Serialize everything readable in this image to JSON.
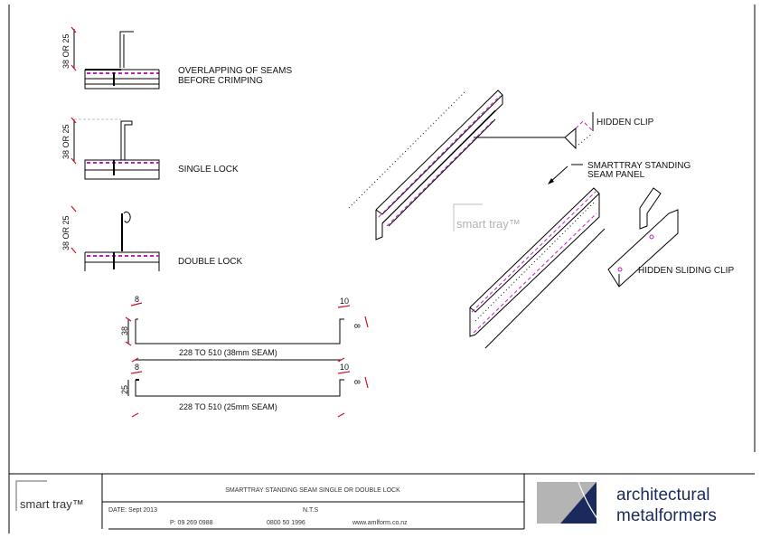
{
  "details": {
    "overlap_label_1": "OVERLAPPING OF SEAMS",
    "overlap_label_2": "BEFORE CRIMPING",
    "single_label": "SINGLE LOCK",
    "double_label": "DOUBLE LOCK",
    "height_dim": "38 OR 25"
  },
  "profiles": {
    "p38": {
      "left": "8",
      "right": "10",
      "height": "38",
      "lip": "8",
      "width_label": "228 TO 510 (38mm SEAM)"
    },
    "p25": {
      "left": "8",
      "right": "10",
      "height": "25",
      "lip": "8",
      "width_label": "228 TO 510 (25mm SEAM)"
    }
  },
  "isometric": {
    "hidden_clip": "HIDDEN CLIP",
    "panel_1": "SMARTTRAY STANDING",
    "panel_2": "SEAM PANEL",
    "sliding_clip": "HIDDEN SLIDING CLIP",
    "watermark": "smart tray™"
  },
  "title_block": {
    "logo": "smart tray™",
    "title": "SMARTTRAY STANDING SEAM SINGLE OR DOUBLE LOCK",
    "date": "DATE: Sept 2013",
    "scale": "N.T.S",
    "phone": "P: 09 269 0988",
    "freephone": "0800 50 1996",
    "website": "www.amlform.co.nz",
    "company_1": "architectural",
    "company_2": "metalformers",
    "brand_navy": "#1b2a5c",
    "brand_grey": "#b4b4b4"
  }
}
